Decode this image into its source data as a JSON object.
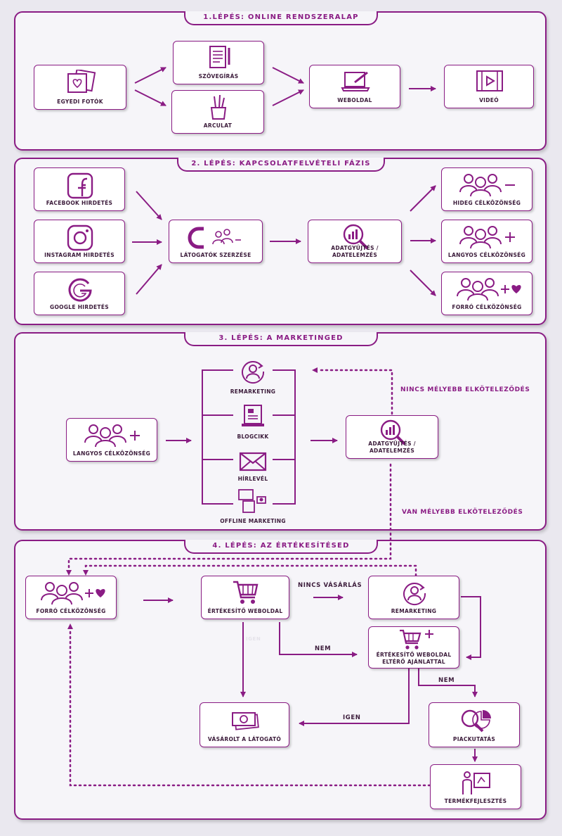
{
  "step1": {
    "title": "1.LÉPÉS: ONLINE RENDSZERALAP",
    "nodes": {
      "photos": "EGYEDI FOTÓK",
      "copy": "SZÖVEGÍRÁS",
      "brand": "ARCULAT",
      "website": "WEBOLDAL",
      "video": "VIDEÓ"
    }
  },
  "step2": {
    "title": "2. LÉPÉS: KAPCSOLATFELVÉTELI FÁZIS",
    "nodes": {
      "facebook": "FACEBOOK HIRDETÉS",
      "instagram": "INSTAGRAM HIRDETÉS",
      "google": "GOOGLE HIRDETÉS",
      "visitors": "LÁTOGATÓK SZERZÉSE",
      "analytics": "ADATGYŰJTÉS / ADATELEMZÉS",
      "cold": "HIDEG CÉLKÖZÖNSÉG",
      "warm": "LANGYOS CÉLKÖZÖNSÉG",
      "hot": "FORRÓ CÉLKÖZÖNSÉG"
    }
  },
  "step3": {
    "title": "3. LÉPÉS: A MARKETINGED",
    "nodes": {
      "warm": "LANGYOS CÉLKÖZÖNSÉG",
      "remarketing": "REMARKETING",
      "blog": "BLOGCIKK",
      "newsletter": "HÍRLEVÉL",
      "offline": "OFFLINE MARKETING",
      "analytics": "ADATGYŰJTÉS / ADATELEMZÉS"
    },
    "no_commitment": "NINCS MÉLYEBB ELKÖTELEZŐDÉS",
    "commitment": "VAN MÉLYEBB ELKÖTELEZŐDÉS"
  },
  "step4": {
    "title": "4. LÉPÉS: AZ ÉRTÉKESÍTÉSED",
    "nodes": {
      "hot": "FORRÓ CÉLKÖZÖNSÉG",
      "sales_site": "ÉRTÉKESÍTŐ WEBOLDAL",
      "remarketing": "REMARKETING",
      "alt_offer_1": "ÉRTÉKESÍTŐ WEBOLDAL",
      "alt_offer_2": "ELTÉRŐ AJÁNLATTAL",
      "purchased": "VÁSÁROLT A LÁTOGATÓ",
      "research": "PIACKUTATÁS",
      "product_dev": "TERMÉKFEJLESZTÉS"
    },
    "no_purchase": "NINCS VÁSÁRLÁS",
    "no": "NEM",
    "no2": "NEM",
    "yes": "IGEN",
    "yes_faint": "IGEN"
  },
  "colors": {
    "accent": "#8a1c84",
    "panel": "#f6f5f9",
    "background": "#eae8ef"
  }
}
